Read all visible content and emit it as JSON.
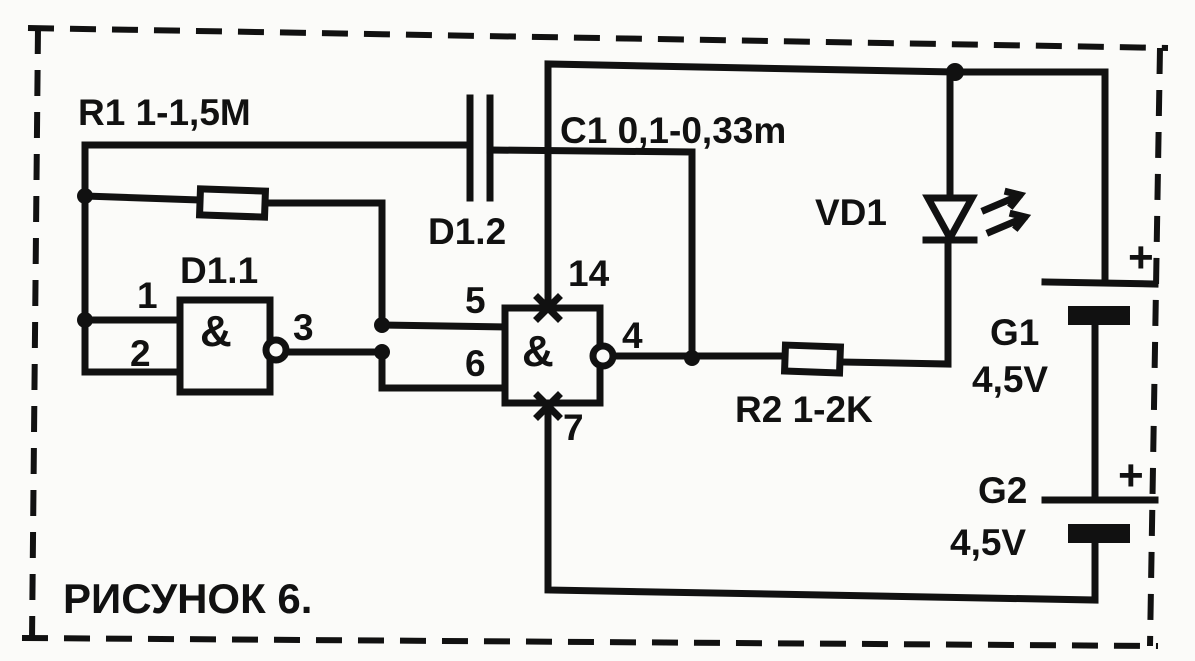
{
  "labels": {
    "r1": "R1 1-1,5M",
    "c1": "C1 0,1-0,33m",
    "d12": "D1.2",
    "d11": "D1.1",
    "vd1": "VD1",
    "r2": "R2 1-2K",
    "g1_name": "G1",
    "g1_voltage": "4,5V",
    "g2_name": "G2",
    "g2_voltage": "4,5V",
    "caption": "РИСУНОК 6."
  },
  "gates": {
    "d11_symbol": "&",
    "d12_symbol": "&"
  },
  "pins": {
    "p1": "1",
    "p2": "2",
    "p3": "3",
    "p4": "4",
    "p5": "5",
    "p6": "6",
    "p7": "7",
    "p14": "14"
  },
  "battery_plus": {
    "g1": "+",
    "g2": "+"
  }
}
